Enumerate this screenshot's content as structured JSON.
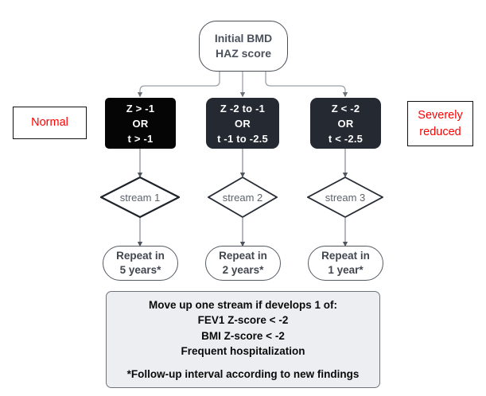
{
  "diagram": {
    "title_node": {
      "line1": "Initial BMD",
      "line2": "HAZ score"
    },
    "side_labels": {
      "left": "Normal",
      "right_line1": "Severely",
      "right_line2": "reduced"
    },
    "criteria": [
      {
        "line1": "Z > -1",
        "line2": "OR",
        "line3": "t > -1"
      },
      {
        "line1": "Z -2 to -1",
        "line2": "OR",
        "line3": "t -1 to -2.5"
      },
      {
        "line1": "Z < -2",
        "line2": "OR",
        "line3": "t < -2.5"
      }
    ],
    "streams": [
      {
        "label": "stream 1"
      },
      {
        "label": "stream 2"
      },
      {
        "label": "stream 3"
      }
    ],
    "followups": [
      {
        "line1": "Repeat in",
        "line2": "5 years*"
      },
      {
        "line1": "Repeat in",
        "line2": "2 years*"
      },
      {
        "line1": "Repeat in",
        "line2": "1 year*"
      }
    ],
    "note": {
      "line1": "Move up one stream if develops 1 of:",
      "line2": "FEV1 Z-score < -2",
      "line3": "BMI Z-score < -2",
      "line4": "Frequent hospitalization",
      "line5": "*Follow-up interval according to new findings"
    },
    "colors": {
      "normal_box_text": "#ff0000",
      "severe_box_text": "#ff0000",
      "criteria_1_bg": "#050505",
      "criteria_2_bg": "#242932",
      "criteria_3_bg": "#242932",
      "note_bg": "#eceef1",
      "connector": "#8b9097"
    }
  }
}
